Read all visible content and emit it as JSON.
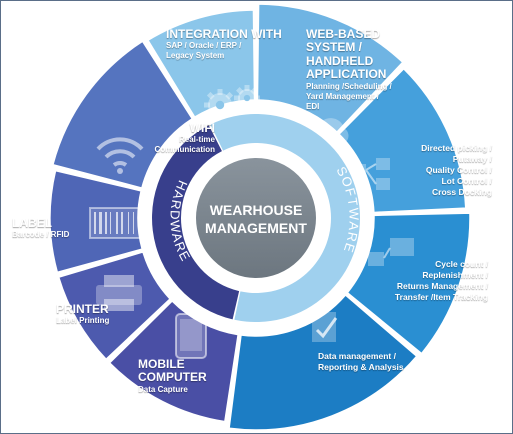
{
  "center": {
    "line1": "WEARHOUSE",
    "line2": "MANAGEMENT"
  },
  "ring": {
    "software": "SOFTWARE",
    "hardware": "HARDWARE"
  },
  "segments": {
    "integration": {
      "title_lines": [
        "INTEGRATION WITH"
      ],
      "sub_lines": [
        "SAP / Oracle / ERP /",
        "Legacy System"
      ],
      "color": "#8bc6ea"
    },
    "web": {
      "title_lines": [
        "WEB-BASED",
        "SYSTEM /",
        "HANDHELD",
        "APPLICATION"
      ],
      "sub_lines": [
        "Planning /Scheduling /",
        "Yard Management /",
        "EDI"
      ],
      "color": "#6fb4e3"
    },
    "picking": {
      "sub_lines": [
        "Directed picking /",
        "Putaway /",
        "Quality Control /",
        "Lot Control /",
        "Cross Docking"
      ],
      "color": "#45a0dc"
    },
    "cycle": {
      "sub_lines": [
        "Cycle count /",
        "Replenishment /",
        "Returns Management /",
        "Transfer /Item Tracking"
      ],
      "color": "#2a8fd2"
    },
    "data": {
      "sub_lines": [
        "Data management /",
        "Reporting & Analysis"
      ],
      "color": "#1c7dc4"
    },
    "mobile": {
      "title_lines": [
        "MOBILE",
        "COMPUTER"
      ],
      "sub_lines": [
        "Data Capture"
      ],
      "color": "#4a4fa5"
    },
    "printer": {
      "title_lines": [
        "PRINTER"
      ],
      "sub_lines": [
        "Label Printing"
      ],
      "color": "#4d5aae"
    },
    "label": {
      "title_lines": [
        "LABEL"
      ],
      "sub_lines": [
        "Barcode / RFID"
      ],
      "color": "#4f66b6"
    },
    "wifi": {
      "title_lines": [
        "WIFI"
      ],
      "sub_lines": [
        "Real-time",
        "Communication"
      ],
      "color": "#5574bf"
    }
  },
  "colors": {
    "software_ring": "#9fd0ee",
    "hardware_ring": "#383f8c",
    "hub": "#7d8791",
    "hub_border": "#ffffff"
  },
  "icons": {
    "integration": "gears-icon",
    "web": "cloud-icon",
    "picking": "flow-boxes-icon",
    "cycle": "monitor-flow-icon",
    "data": "checklist-icon",
    "mobile": "tablet-icon",
    "printer": "printer-icon",
    "label": "barcode-icon",
    "wifi": "wifi-icon"
  }
}
